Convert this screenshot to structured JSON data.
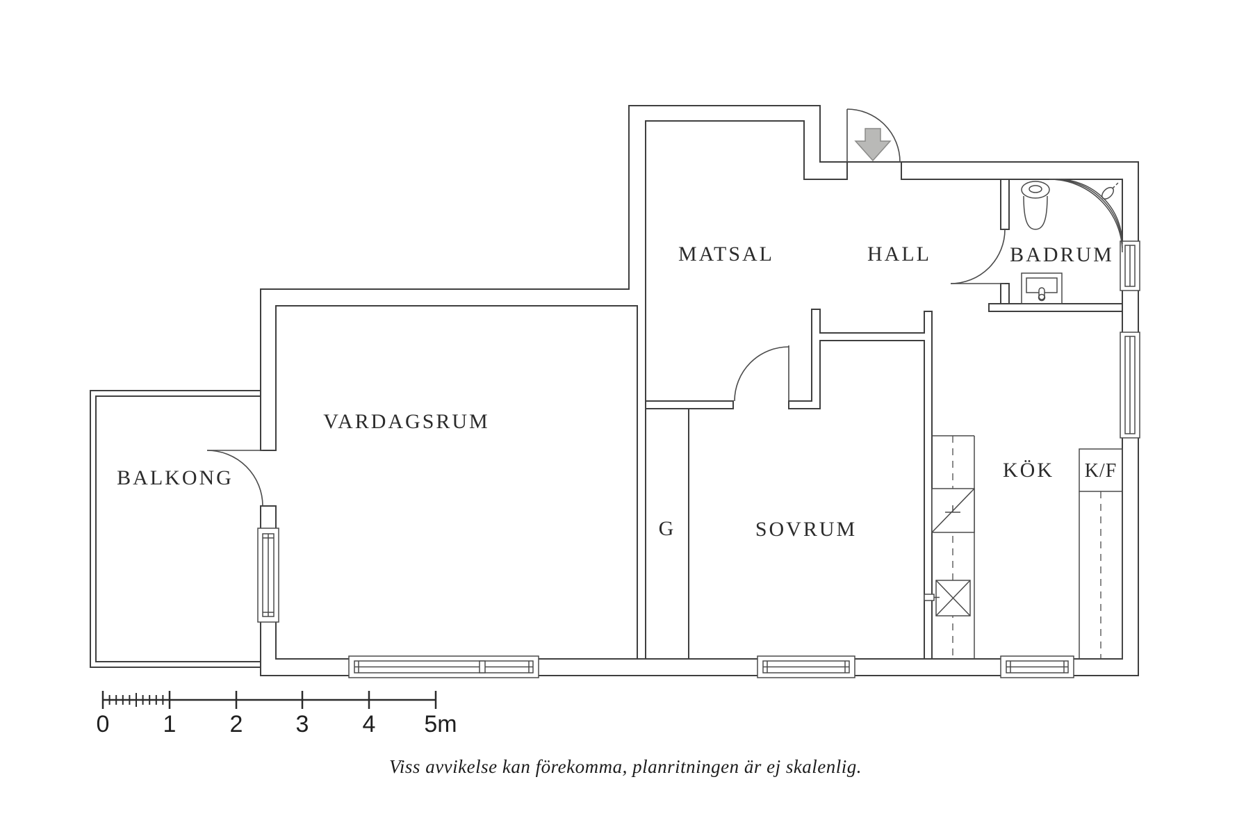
{
  "plan": {
    "rooms": [
      {
        "id": "matsal",
        "label": "MATSAL"
      },
      {
        "id": "hall",
        "label": "HALL"
      },
      {
        "id": "badrum",
        "label": "BADRUM"
      },
      {
        "id": "vardagsrum",
        "label": "VARDAGSRUM"
      },
      {
        "id": "balkong",
        "label": "BALKONG"
      },
      {
        "id": "garderob",
        "label": "G"
      },
      {
        "id": "sovrum",
        "label": "SOVRUM"
      },
      {
        "id": "kok",
        "label": "KÖK"
      },
      {
        "id": "kf",
        "label": "K/F"
      }
    ],
    "scale_bar": {
      "labels": [
        "0",
        "1",
        "2",
        "3",
        "4",
        "5m"
      ]
    },
    "disclaimer": "Viss avvikelse kan förekomma, planritningen är ej skalenlig.",
    "colors": {
      "wall": "#3f3f3f",
      "arrow_fill": "#b9b9b7",
      "arrow_stroke": "#8a8a88",
      "background": "#ffffff"
    }
  }
}
